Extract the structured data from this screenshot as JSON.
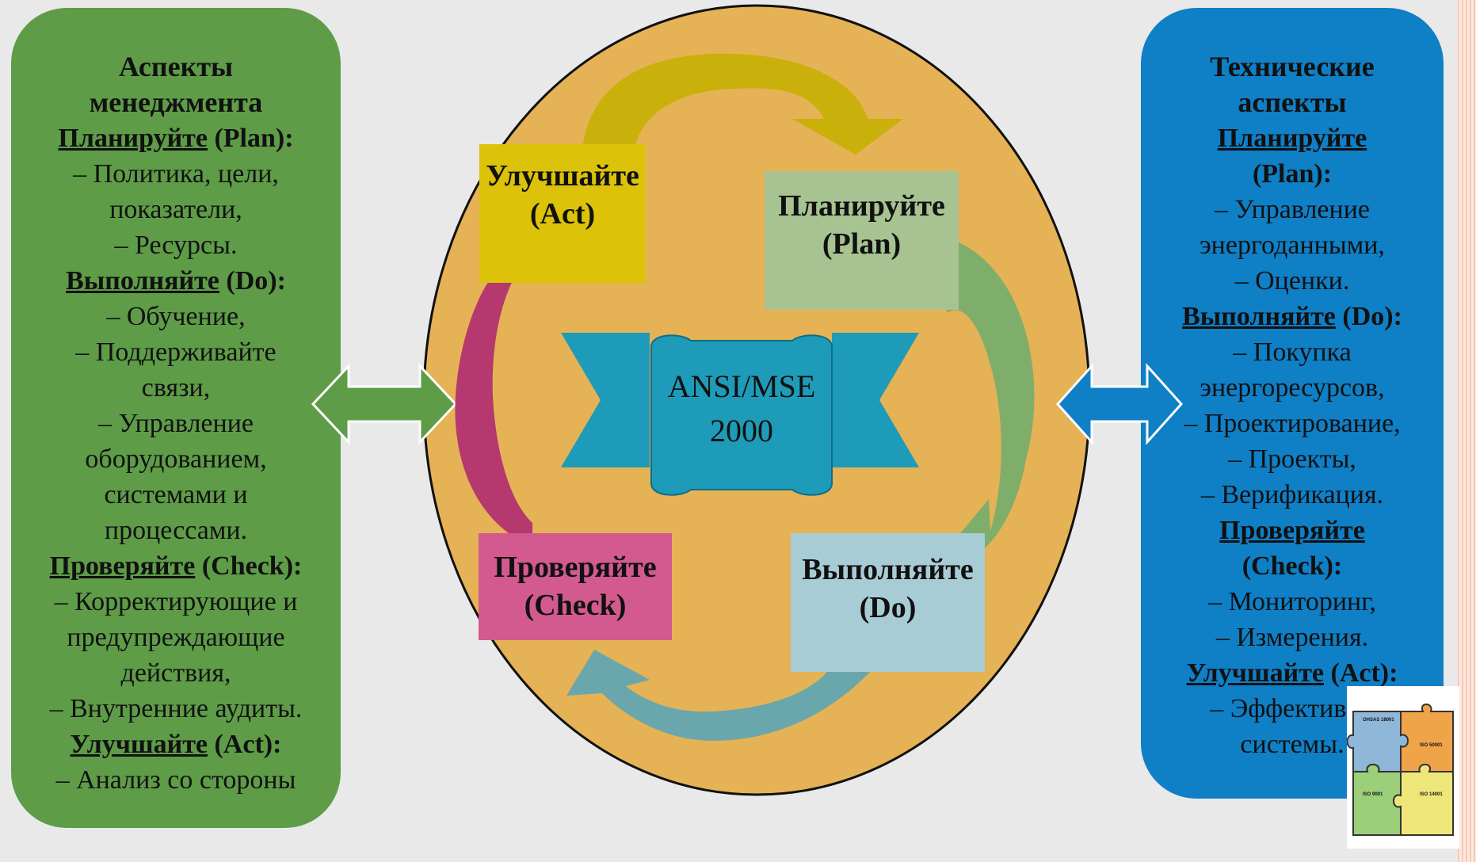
{
  "left_panel": {
    "title_lines": [
      "Аспекты",
      "менеджмента"
    ],
    "sections": [
      {
        "heading": "Планируйте",
        "heading_suffix": " (Plan):",
        "items": [
          "– Политика, цели,",
          "показатели,",
          "– Ресурсы."
        ]
      },
      {
        "heading": "Выполняйте",
        "heading_suffix": " (Do):",
        "items": [
          "– Обучение,",
          "– Поддерживайте",
          "связи,",
          "– Управление",
          "оборудованием,",
          "системами и",
          "процессами."
        ]
      },
      {
        "heading": "Проверяйте",
        "heading_suffix": " (Check):",
        "items": [
          "– Корректирующие и",
          "предупреждающие",
          "действия,",
          "– Внутренние аудиты."
        ]
      },
      {
        "heading": "Улучшайте",
        "heading_suffix": " (Act):",
        "items": [
          "– Анализ со стороны"
        ]
      }
    ]
  },
  "right_panel": {
    "title_lines": [
      "Технические",
      "аспекты"
    ],
    "sections": [
      {
        "heading": "Планируйте",
        "heading_suffix": "",
        "heading_line2": "(Plan):",
        "items": [
          "– Управление",
          "энергоданными,",
          "– Оценки."
        ]
      },
      {
        "heading": "Выполняйте",
        "heading_suffix": " (Do):",
        "items": [
          "– Покупка",
          "энергоресурсов,",
          "– Проектирование,",
          "– Проекты,",
          "– Верификация."
        ]
      },
      {
        "heading": "Проверяйте",
        "heading_suffix": "",
        "heading_line2": "(Check):",
        "items": [
          "– Мониторинг,",
          "– Измерения."
        ]
      },
      {
        "heading": "Улучшайте",
        "heading_suffix": " (Act):",
        "items": [
          "– Эффективно",
          "системы."
        ]
      }
    ]
  },
  "cycle": {
    "act": {
      "line1": "Улучшайте",
      "line2": "(Act)"
    },
    "plan": {
      "line1": "Планируйте",
      "line2": "(Plan)"
    },
    "do": {
      "line1": "Выполняйте",
      "line2": "(Do)"
    },
    "check": {
      "line1": "Проверяйте",
      "line2": "(Check)"
    }
  },
  "center": {
    "line1": "ANSI/MSE",
    "line2": "2000"
  },
  "puzzle_labels": [
    "OHSAS 18001",
    "ISO 50001",
    "ISO 9001",
    "ISO 14001"
  ],
  "colors": {
    "left_panel": "#5e9c48",
    "right_panel": "#0f7fc6",
    "ellipse": "#e5b255",
    "act": "#dcc208",
    "plan": "#a6c391",
    "do": "#a8ccd6",
    "check": "#d35a8f",
    "banner": "#1e9bb8"
  }
}
